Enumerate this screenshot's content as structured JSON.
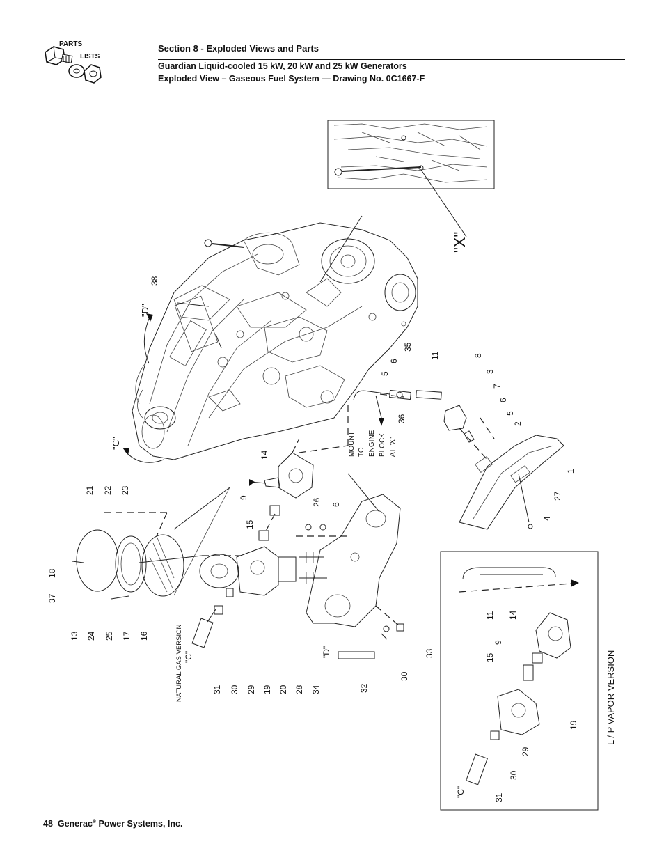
{
  "logo": {
    "word1": "PARTS",
    "word2": "LISTS"
  },
  "header": {
    "section": "Section 8 - Exploded Views and Parts",
    "title": "Guardian Liquid-cooled 15 kW, 20 kW and 25 kW Generators",
    "subtitle": "Exploded View – Gaseous Fuel System — Drawing No. 0C1667-F"
  },
  "diagram": {
    "refs": {
      "x": "\"X\"",
      "d_top": "\"D\"",
      "c_left": "\"C\"",
      "d_bottom": "\"D\"",
      "c_bottom": "\"C\"",
      "c_lp": "\"C\""
    },
    "labels": {
      "natural_gas": "NATURAL GAS VERSION",
      "lp_vapor": "L / P  VAPOR  VERSION",
      "mount": [
        "MOUNT",
        "TO",
        "ENGINE",
        "BLOCK",
        "AT \"X\""
      ]
    },
    "callouts": {
      "c38": "38",
      "c14": "14",
      "c9": "9",
      "c15": "15",
      "c26": "26",
      "c6a": "6",
      "c5a": "5",
      "c6b": "6",
      "c35": "35",
      "c11": "11",
      "c36": "36",
      "c8": "8",
      "c3": "3",
      "c7": "7",
      "c6c": "6",
      "c5b": "5",
      "c2": "2",
      "c1": "1",
      "c27": "27",
      "c4": "4",
      "c21": "21",
      "c22": "22",
      "c23": "23",
      "c18": "18",
      "c37": "37",
      "c13": "13",
      "c24": "24",
      "c25": "25",
      "c17": "17",
      "c16": "16",
      "c31": "31",
      "c30": "30",
      "c29": "29",
      "c19": "19",
      "c20": "20",
      "c28": "28",
      "c34": "34",
      "c32": "32",
      "c30b": "30",
      "c33": "33",
      "lp11": "11",
      "lp14": "14",
      "lp9": "9",
      "lp15": "15",
      "lp19": "19",
      "lp29": "29",
      "lp30": "30",
      "lp31": "31"
    }
  },
  "footer": {
    "page_number": "48",
    "company": "Generac",
    "reg": "®",
    "company_rest": "Power Systems, Inc."
  }
}
